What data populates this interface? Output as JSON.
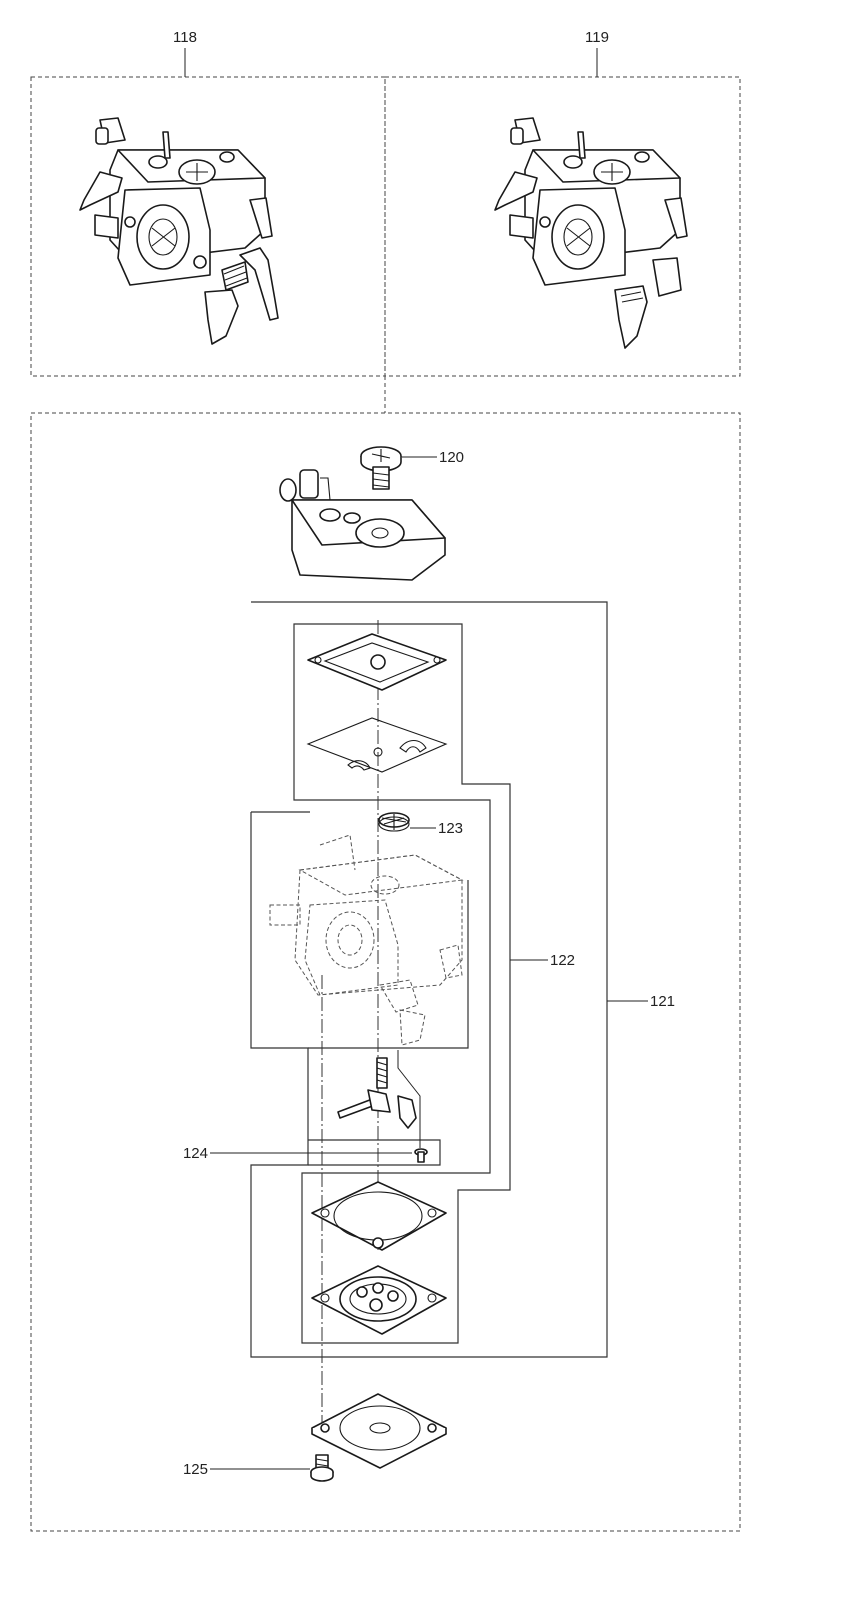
{
  "labels": {
    "p118": "118",
    "p119": "119",
    "p120": "120",
    "p121": "121",
    "p122": "122",
    "p123": "123",
    "p124": "124",
    "p125": "125"
  },
  "icons": {
    "carburetor_a": "carburetor-assembly-icon",
    "carburetor_b": "carburetor-assembly-icon",
    "cover": "carburetor-cover-icon",
    "screw": "screw-icon",
    "gasket": "gasket-icon",
    "diaphragm": "diaphragm-icon",
    "filter": "fuel-screen-icon",
    "needle": "needle-valve-icon"
  }
}
